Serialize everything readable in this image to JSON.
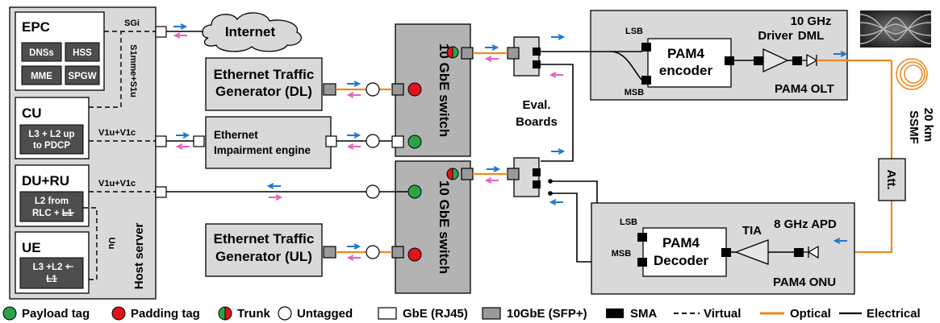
{
  "colors": {
    "payload": "#2ca24a",
    "padding": "#e3131b",
    "optical": "#ee8a1f",
    "arrow_blue": "#1f77d0",
    "arrow_pink": "#e85fbe",
    "box_fill": "#d9d9d9",
    "switch_fill": "#b3b3b3",
    "sfp_fill": "#999999"
  },
  "host": {
    "label": "Host server",
    "epc": {
      "title": "EPC",
      "modules": [
        "DNSs",
        "HSS",
        "MME",
        "SPGW"
      ]
    },
    "cu": {
      "title": "CU",
      "module": [
        "L3 + L2 up",
        "to PDCP"
      ]
    },
    "du": {
      "title": "DU+RU",
      "module_line1": "L2 from",
      "module_line2_a": "RLC + ",
      "module_line2_b": "L1"
    },
    "ue": {
      "title": "UE",
      "module_line1_a": "L3 +L2 + ",
      "module_line2": "L1"
    },
    "links": {
      "sgi": "SGi",
      "s1": "S1mme+S1u",
      "v1_cu": "V1u+V1c",
      "v1_du": "V1u+V1c",
      "uu": "Uu"
    }
  },
  "internet": "Internet",
  "gen_dl": [
    "Ethernet Traffic",
    "Generator (DL)"
  ],
  "impair": [
    "Ethernet",
    "Impairment engine"
  ],
  "gen_ul": [
    "Ethernet Traffic",
    "Generator (UL)"
  ],
  "switches": {
    "top": "10 GbE switch",
    "bottom": "10 GbE switch"
  },
  "eval": [
    "Eval.",
    "Boards"
  ],
  "olt": {
    "lsb": "LSB",
    "msb": "MSB",
    "encoder": [
      "PAM4",
      "encoder"
    ],
    "driver": "Driver",
    "dml": [
      "10 GHz",
      "DML"
    ],
    "title": "PAM4 OLT"
  },
  "onu": {
    "lsb": "LSB",
    "msb": "MSB",
    "decoder": [
      "PAM4",
      "Decoder"
    ],
    "tia": "TIA",
    "apd": "8 GHz APD",
    "title": "PAM4 ONU"
  },
  "fiber": [
    "20 km",
    "SSMF"
  ],
  "att": "Att.",
  "legend": {
    "payload": "Payload tag",
    "padding": "Padding tag",
    "trunk": "Trunk",
    "untagged": "Untagged",
    "gbe": "GbE (RJ45)",
    "tengbe": "10GbE (SFP+)",
    "sma": "SMA",
    "virtual": "Virtual",
    "optical": "Optical",
    "electrical": "Electrical"
  }
}
